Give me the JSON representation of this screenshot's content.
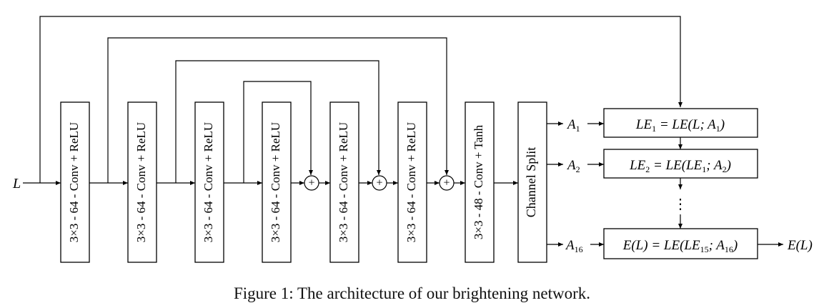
{
  "diagram": {
    "input_label": "L",
    "layers": [
      "3×3 - 64 - Conv + ReLU",
      "3×3 - 64 - Conv + ReLU",
      "3×3 - 64 - Conv + ReLU",
      "3×3 - 64 - Conv + ReLU",
      "3×3 - 64 - Conv + ReLU",
      "3×3 - 64 - Conv + ReLU",
      "3×3 - 48 - Conv + Tanh"
    ],
    "split_label": "Channel Split",
    "add_symbol": "+",
    "outputs": [
      {
        "a_base": "A",
        "a_sub": "1",
        "eq": [
          [
            "LE",
            "1"
          ],
          [
            " = LE(L; A",
            ""
          ],
          [
            "",
            "1"
          ],
          [
            ")",
            ""
          ]
        ]
      },
      {
        "a_base": "A",
        "a_sub": "2",
        "eq": [
          [
            "LE",
            "2"
          ],
          [
            " = LE(LE",
            ""
          ],
          [
            "",
            "1"
          ],
          [
            "; A",
            ""
          ],
          [
            "",
            "2"
          ],
          [
            ")",
            ""
          ]
        ]
      },
      {
        "a_base": "A",
        "a_sub": "16",
        "eq": [
          [
            "E(L) = LE(LE",
            ""
          ],
          [
            "",
            "15"
          ],
          [
            "; A",
            ""
          ],
          [
            "",
            "16"
          ],
          [
            ")",
            ""
          ]
        ]
      }
    ],
    "ellipsis": "⋮",
    "final_output": "E(L)"
  },
  "caption": "Figure 1: The architecture of our brightening network."
}
